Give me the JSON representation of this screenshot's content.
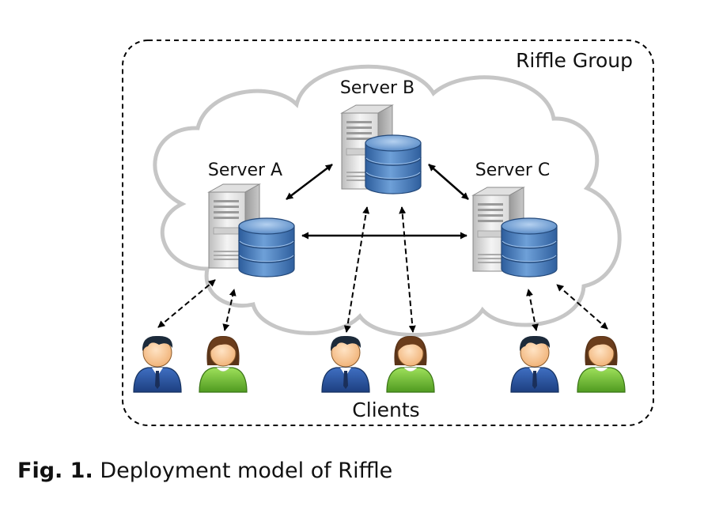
{
  "group_label": "Riffle Group",
  "servers": [
    {
      "label": "Server A"
    },
    {
      "label": "Server B"
    },
    {
      "label": "Server C"
    }
  ],
  "clients_label": "Clients",
  "caption": {
    "number": "Fig. 1.",
    "text": " Deployment model of Riffle"
  },
  "colors": {
    "cloud": "#c8c8c8",
    "db_blue": "#4a7fc0",
    "client_male_shirt": "#2a55a0",
    "client_female_shirt": "#7ac23a",
    "hair": "#2a1a10"
  },
  "icons": [
    "server-icon",
    "database-icon",
    "male-user-icon",
    "female-user-icon"
  ]
}
